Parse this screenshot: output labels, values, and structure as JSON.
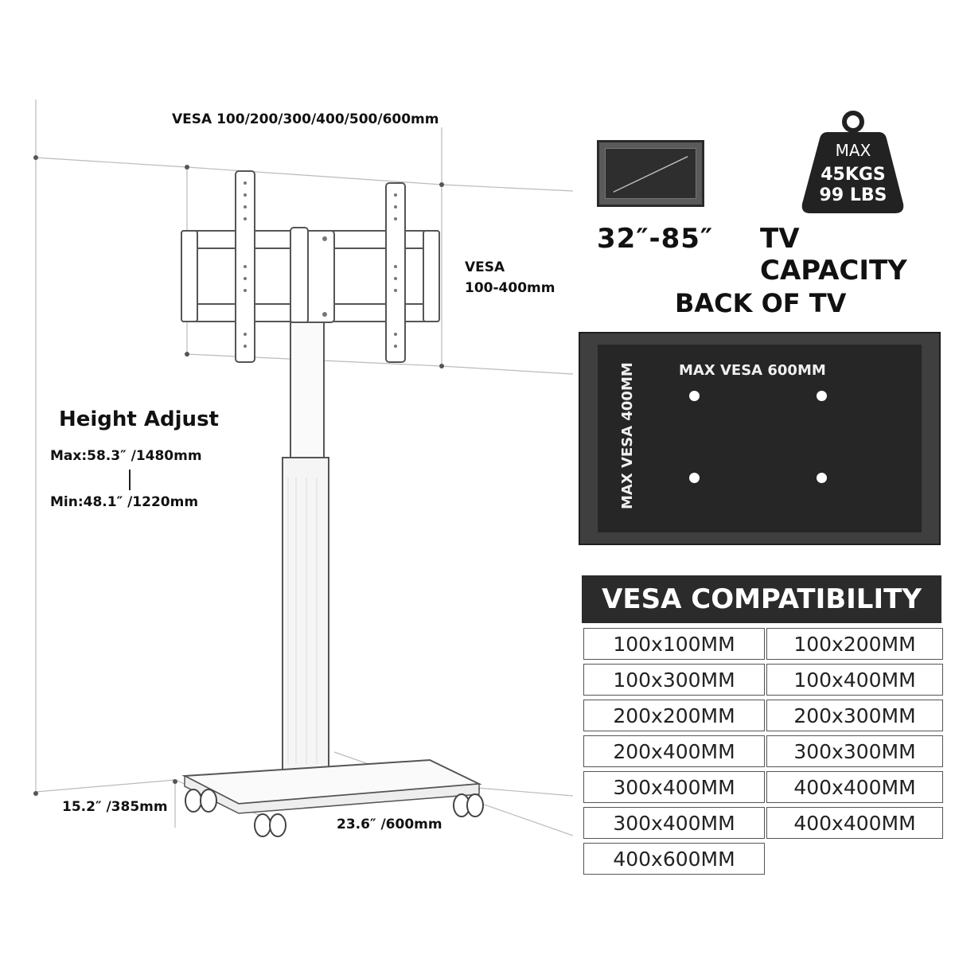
{
  "left": {
    "vesa_top": "VESA 100/200/300/400/500/600mm",
    "vesa_side_line1": "VESA",
    "vesa_side_line2": "100-400mm",
    "height_adjust_title": "Height Adjust",
    "height_max": "Max:58.3″ /1480mm",
    "height_min": "Min:48.1″ /1220mm",
    "base_depth": "15.2″ /385mm",
    "base_width": "23.6″ /600mm"
  },
  "right": {
    "screen_size": "32″-85″",
    "capacity_label": "TV CAPACITY",
    "weight_max": "MAX",
    "weight_kgs": "45KGS",
    "weight_lbs": "99 LBS",
    "back_title": "BACK OF TV",
    "vesa_horizontal": "MAX VESA 600MM",
    "vesa_vertical": "MAX VESA 400MM"
  },
  "compatibility": {
    "title": "VESA COMPATIBILITY",
    "rows": [
      [
        "100x100MM",
        "100x200MM"
      ],
      [
        "100x300MM",
        "100x400MM"
      ],
      [
        "200x200MM",
        "200x300MM"
      ],
      [
        "200x400MM",
        "300x300MM"
      ],
      [
        "300x400MM",
        "400x400MM"
      ],
      [
        "300x400MM",
        "400x400MM"
      ],
      [
        "400x600MM",
        ""
      ]
    ]
  },
  "colors": {
    "panel_dark": "#262626",
    "table_header": "#2b2b2b"
  },
  "icons": {
    "screen": "tv-screen-icon",
    "weight": "weight-icon"
  }
}
